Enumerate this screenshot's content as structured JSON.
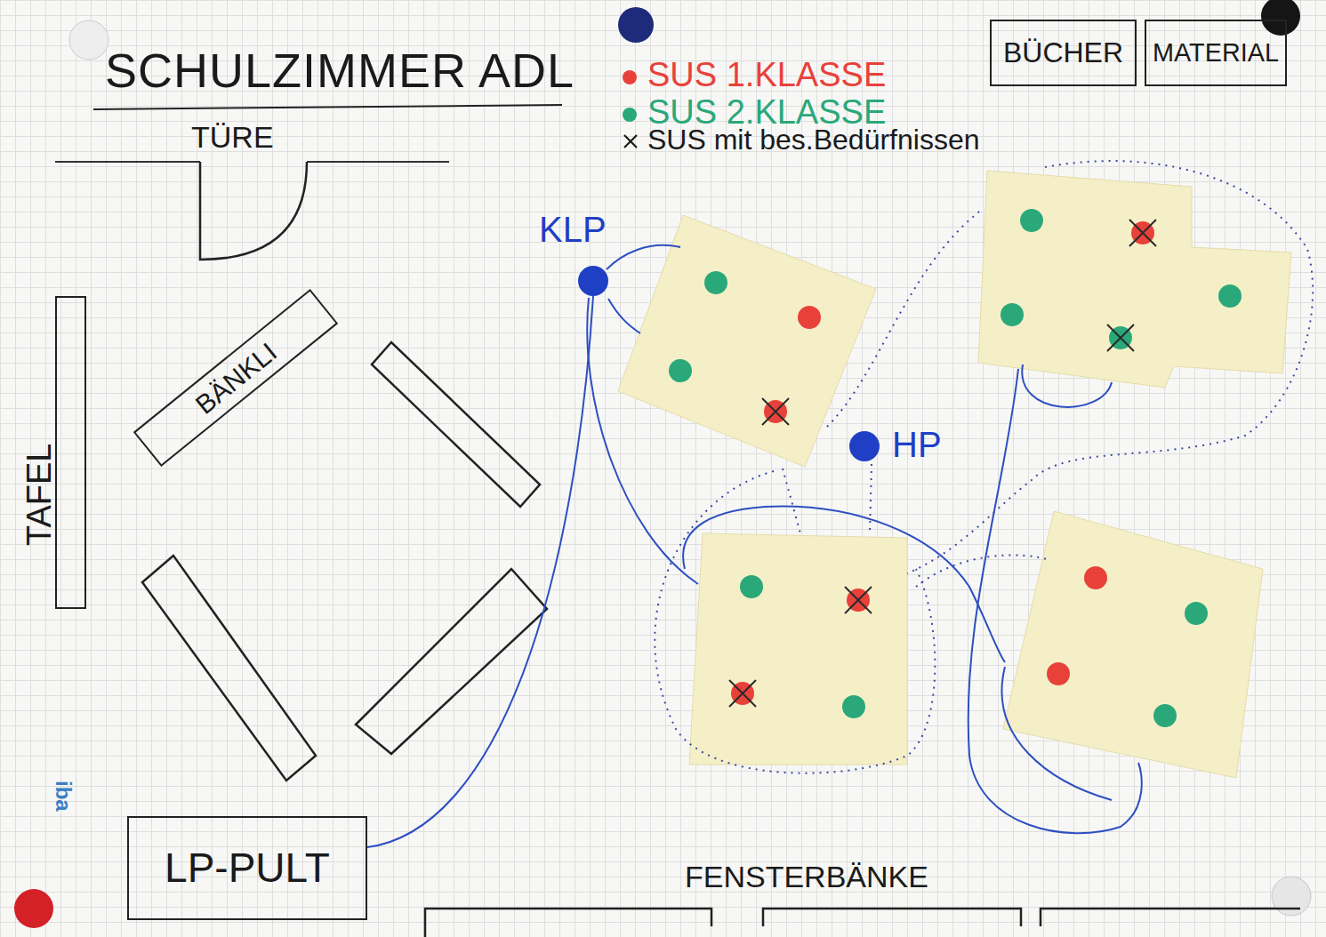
{
  "diagram": {
    "title": "SCHULZIMMER ADL",
    "nodes": [
      {
        "text": [
          "BÜCHER"
        ]
      },
      {
        "text": [
          "MATERIAL"
        ]
      },
      {
        "text": [
          "KLP"
        ]
      },
      {
        "text": [
          "BÄNKLI"
        ]
      },
      {
        "text": [
          "HP"
        ]
      },
      {
        "text": [
          "TAFEL"
        ]
      },
      {
        "text": [
          "LP-PULT"
        ]
      }
    ],
    "edges": [
      {
        "from": 6,
        "to": 2,
        "arrow": "none"
      }
    ],
    "labels": [
      "TÜRE",
      "FENSTERBÄNKE",
      "iba"
    ],
    "legend": [
      {
        "text": "SUS 1.KLASSE",
        "color": "#e8413a"
      },
      {
        "text": "SUS 2.KLASSE",
        "color": "#2aa87a"
      },
      {
        "text": "SUS mit bes.Bedürfnissen"
      }
    ]
  }
}
